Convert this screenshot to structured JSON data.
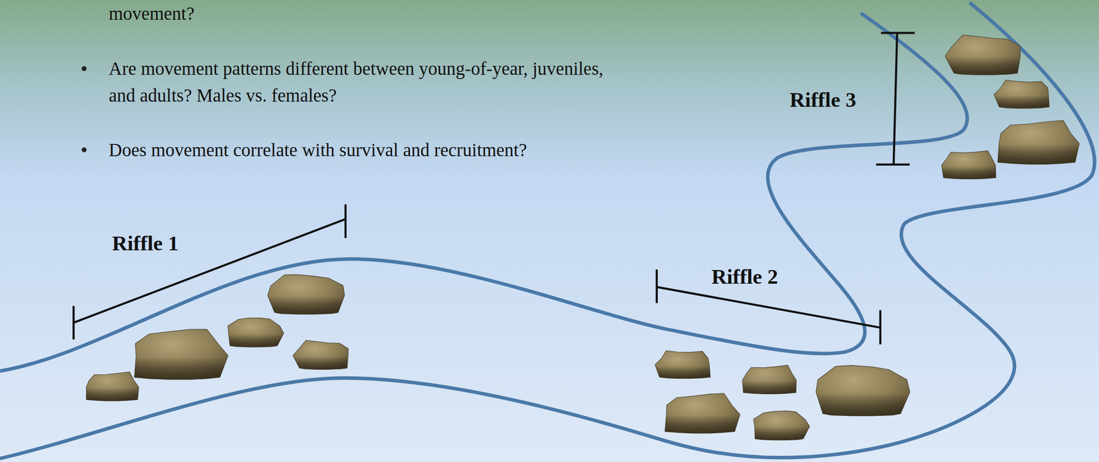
{
  "diagram": {
    "labels": [
      "movement?",
      "Are movement patterns different between young-of-year, juveniles, and adults?  Males vs. females?",
      "Does movement correlate with survival and recruitment?",
      "Riffle 1",
      "Riffle 2",
      "Riffle 3"
    ]
  }
}
